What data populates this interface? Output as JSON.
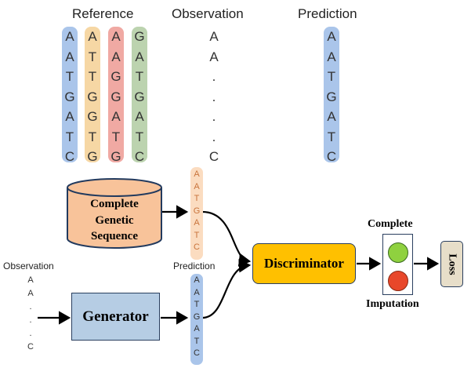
{
  "headers": {
    "reference": "Reference",
    "observation": "Observation",
    "prediction": "Prediction"
  },
  "reference_columns": [
    {
      "color": "#aac5ea",
      "letters": [
        "A",
        "A",
        "T",
        "G",
        "A",
        "T",
        "C"
      ]
    },
    {
      "color": "#f6d7a4",
      "letters": [
        "A",
        "T",
        "T",
        "G",
        "G",
        "T",
        "G"
      ]
    },
    {
      "color": "#f0a9a3",
      "letters": [
        "A",
        "A",
        "G",
        "G",
        "A",
        "T",
        "G"
      ]
    },
    {
      "color": "#bcd3af",
      "letters": [
        "G",
        "A",
        "T",
        "G",
        "A",
        "T",
        "C"
      ]
    }
  ],
  "observation_column": [
    "A",
    "A",
    ".",
    ".",
    ".",
    ".",
    "C"
  ],
  "prediction_column": {
    "color": "#aac5ea",
    "letters": [
      "A",
      "A",
      "T",
      "G",
      "A",
      "T",
      "C"
    ]
  },
  "complete_sequence_column": {
    "color": "#fbdcc0",
    "text_color": "#c9743c",
    "letters": [
      "A",
      "A",
      "T",
      "G",
      "A",
      "T",
      "C"
    ]
  },
  "prediction_small": {
    "label": "Prediction",
    "color": "#aac5ea",
    "letters": [
      "A",
      "A",
      "T",
      "G",
      "A",
      "T",
      "C"
    ]
  },
  "observation_small": {
    "label": "Observation",
    "letters": [
      "A",
      "A",
      ".",
      ".",
      ".",
      "C"
    ]
  },
  "database": {
    "label_lines": [
      "Complete",
      "Genetic",
      "Sequence"
    ],
    "fill": "#f8c39a"
  },
  "generator": {
    "label": "Generator",
    "fill": "#b6cde4"
  },
  "discriminator": {
    "label": "Discriminator",
    "fill": "#ffc000"
  },
  "classifier": {
    "top_label": "Complete",
    "bottom_label": "Imputation",
    "top_color": "#8fd13f",
    "bottom_color": "#e8472a"
  },
  "loss": {
    "label": "Loss",
    "fill": "#e7dec9"
  }
}
